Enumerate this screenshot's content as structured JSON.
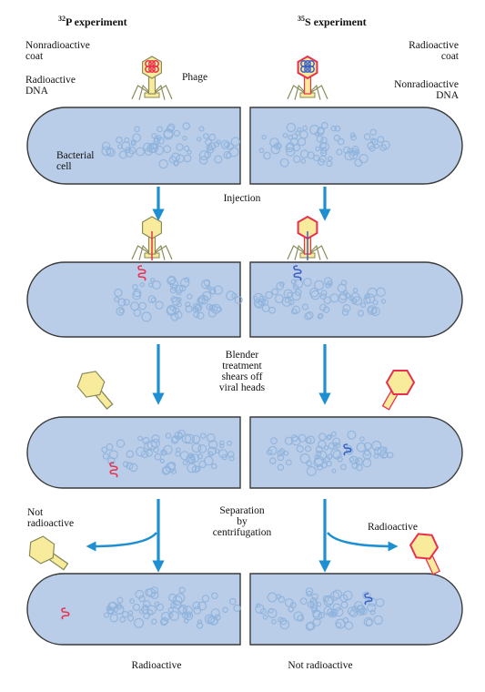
{
  "headers": {
    "p32_sup": "32",
    "p32_rest": "P experiment",
    "s35_sup": "35",
    "s35_rest": "S experiment"
  },
  "labels": {
    "nonradio_coat": "Nonradioactive\ncoat",
    "radio_dna": "Radioactive\nDNA",
    "phage": "Phage",
    "radio_coat": "Radioactive\ncoat",
    "nonradio_dna": "Nonradioactive\nDNA",
    "bacterial_cell": "Bacterial\ncell",
    "injection": "Injection",
    "blender": "Blender\ntreatment\nshears off\nviral heads",
    "separation": "Separation\nby\ncentrifugation",
    "not_radioactive_left": "Not\nradioactive",
    "radioactive_right": "Radioactive",
    "bottom_left": "Radioactive",
    "bottom_right": "Not radioactive"
  },
  "colors": {
    "cell_fill": "#b9cde8",
    "cell_stroke": "#3a3a3a",
    "chromosome": "#8fb2dc",
    "arrow": "#1e8fd0",
    "phage_yellow": "#f8ec9c",
    "red": "#e8304e",
    "blue": "#3a5fc8"
  }
}
